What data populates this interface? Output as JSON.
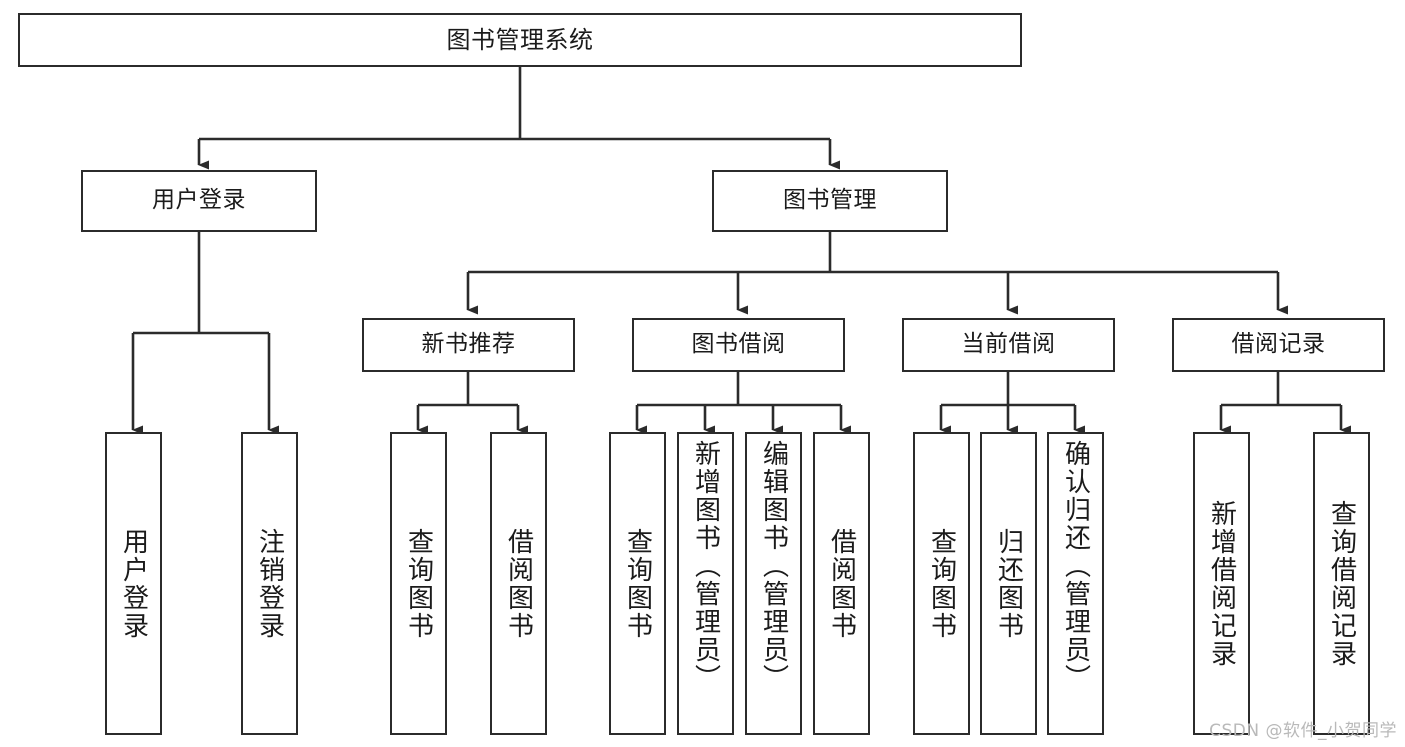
{
  "diagram": {
    "title": "图书管理系统",
    "type": "tree-hierarchy-chart",
    "watermark": "CSDN @软件_小贺同学",
    "colors": {
      "stroke": "#2b2b2b",
      "fill": "#ffffff",
      "text": "#1b1b1b",
      "watermark": "#b9b9b9"
    },
    "nodes": {
      "root": {
        "label": "图书管理系统"
      },
      "level2": [
        {
          "id": "user-login",
          "label": "用户登录"
        },
        {
          "id": "book-management",
          "label": "图书管理"
        }
      ],
      "level3": [
        {
          "id": "new-book-recommend",
          "label": "新书推荐"
        },
        {
          "id": "book-borrow",
          "label": "图书借阅"
        },
        {
          "id": "current-borrow",
          "label": "当前借阅"
        },
        {
          "id": "borrow-record",
          "label": "借阅记录"
        }
      ],
      "leaves": {
        "user_login": [
          {
            "id": "leaf-user-login",
            "label": "用户登录"
          },
          {
            "id": "leaf-logout-login",
            "label": "注销登录"
          }
        ],
        "new_book_recommend": [
          {
            "id": "leaf-query-book-1",
            "label": "查询图书"
          },
          {
            "id": "leaf-borrow-book-1",
            "label": "借阅图书"
          }
        ],
        "book_borrow": [
          {
            "id": "leaf-query-book-2",
            "label": "查询图书"
          },
          {
            "id": "leaf-add-book",
            "label": "新增图书（管理员）"
          },
          {
            "id": "leaf-edit-book",
            "label": "编辑图书（管理员）"
          },
          {
            "id": "leaf-borrow-book-2",
            "label": "借阅图书"
          }
        ],
        "current_borrow": [
          {
            "id": "leaf-query-book-3",
            "label": "查询图书"
          },
          {
            "id": "leaf-return-book",
            "label": "归还图书"
          },
          {
            "id": "leaf-confirm-return",
            "label": "确认归还（管理员）"
          }
        ],
        "borrow_record": [
          {
            "id": "leaf-add-record",
            "label": "新增借阅记录"
          },
          {
            "id": "leaf-query-record",
            "label": "查询借阅记录"
          }
        ]
      }
    }
  }
}
